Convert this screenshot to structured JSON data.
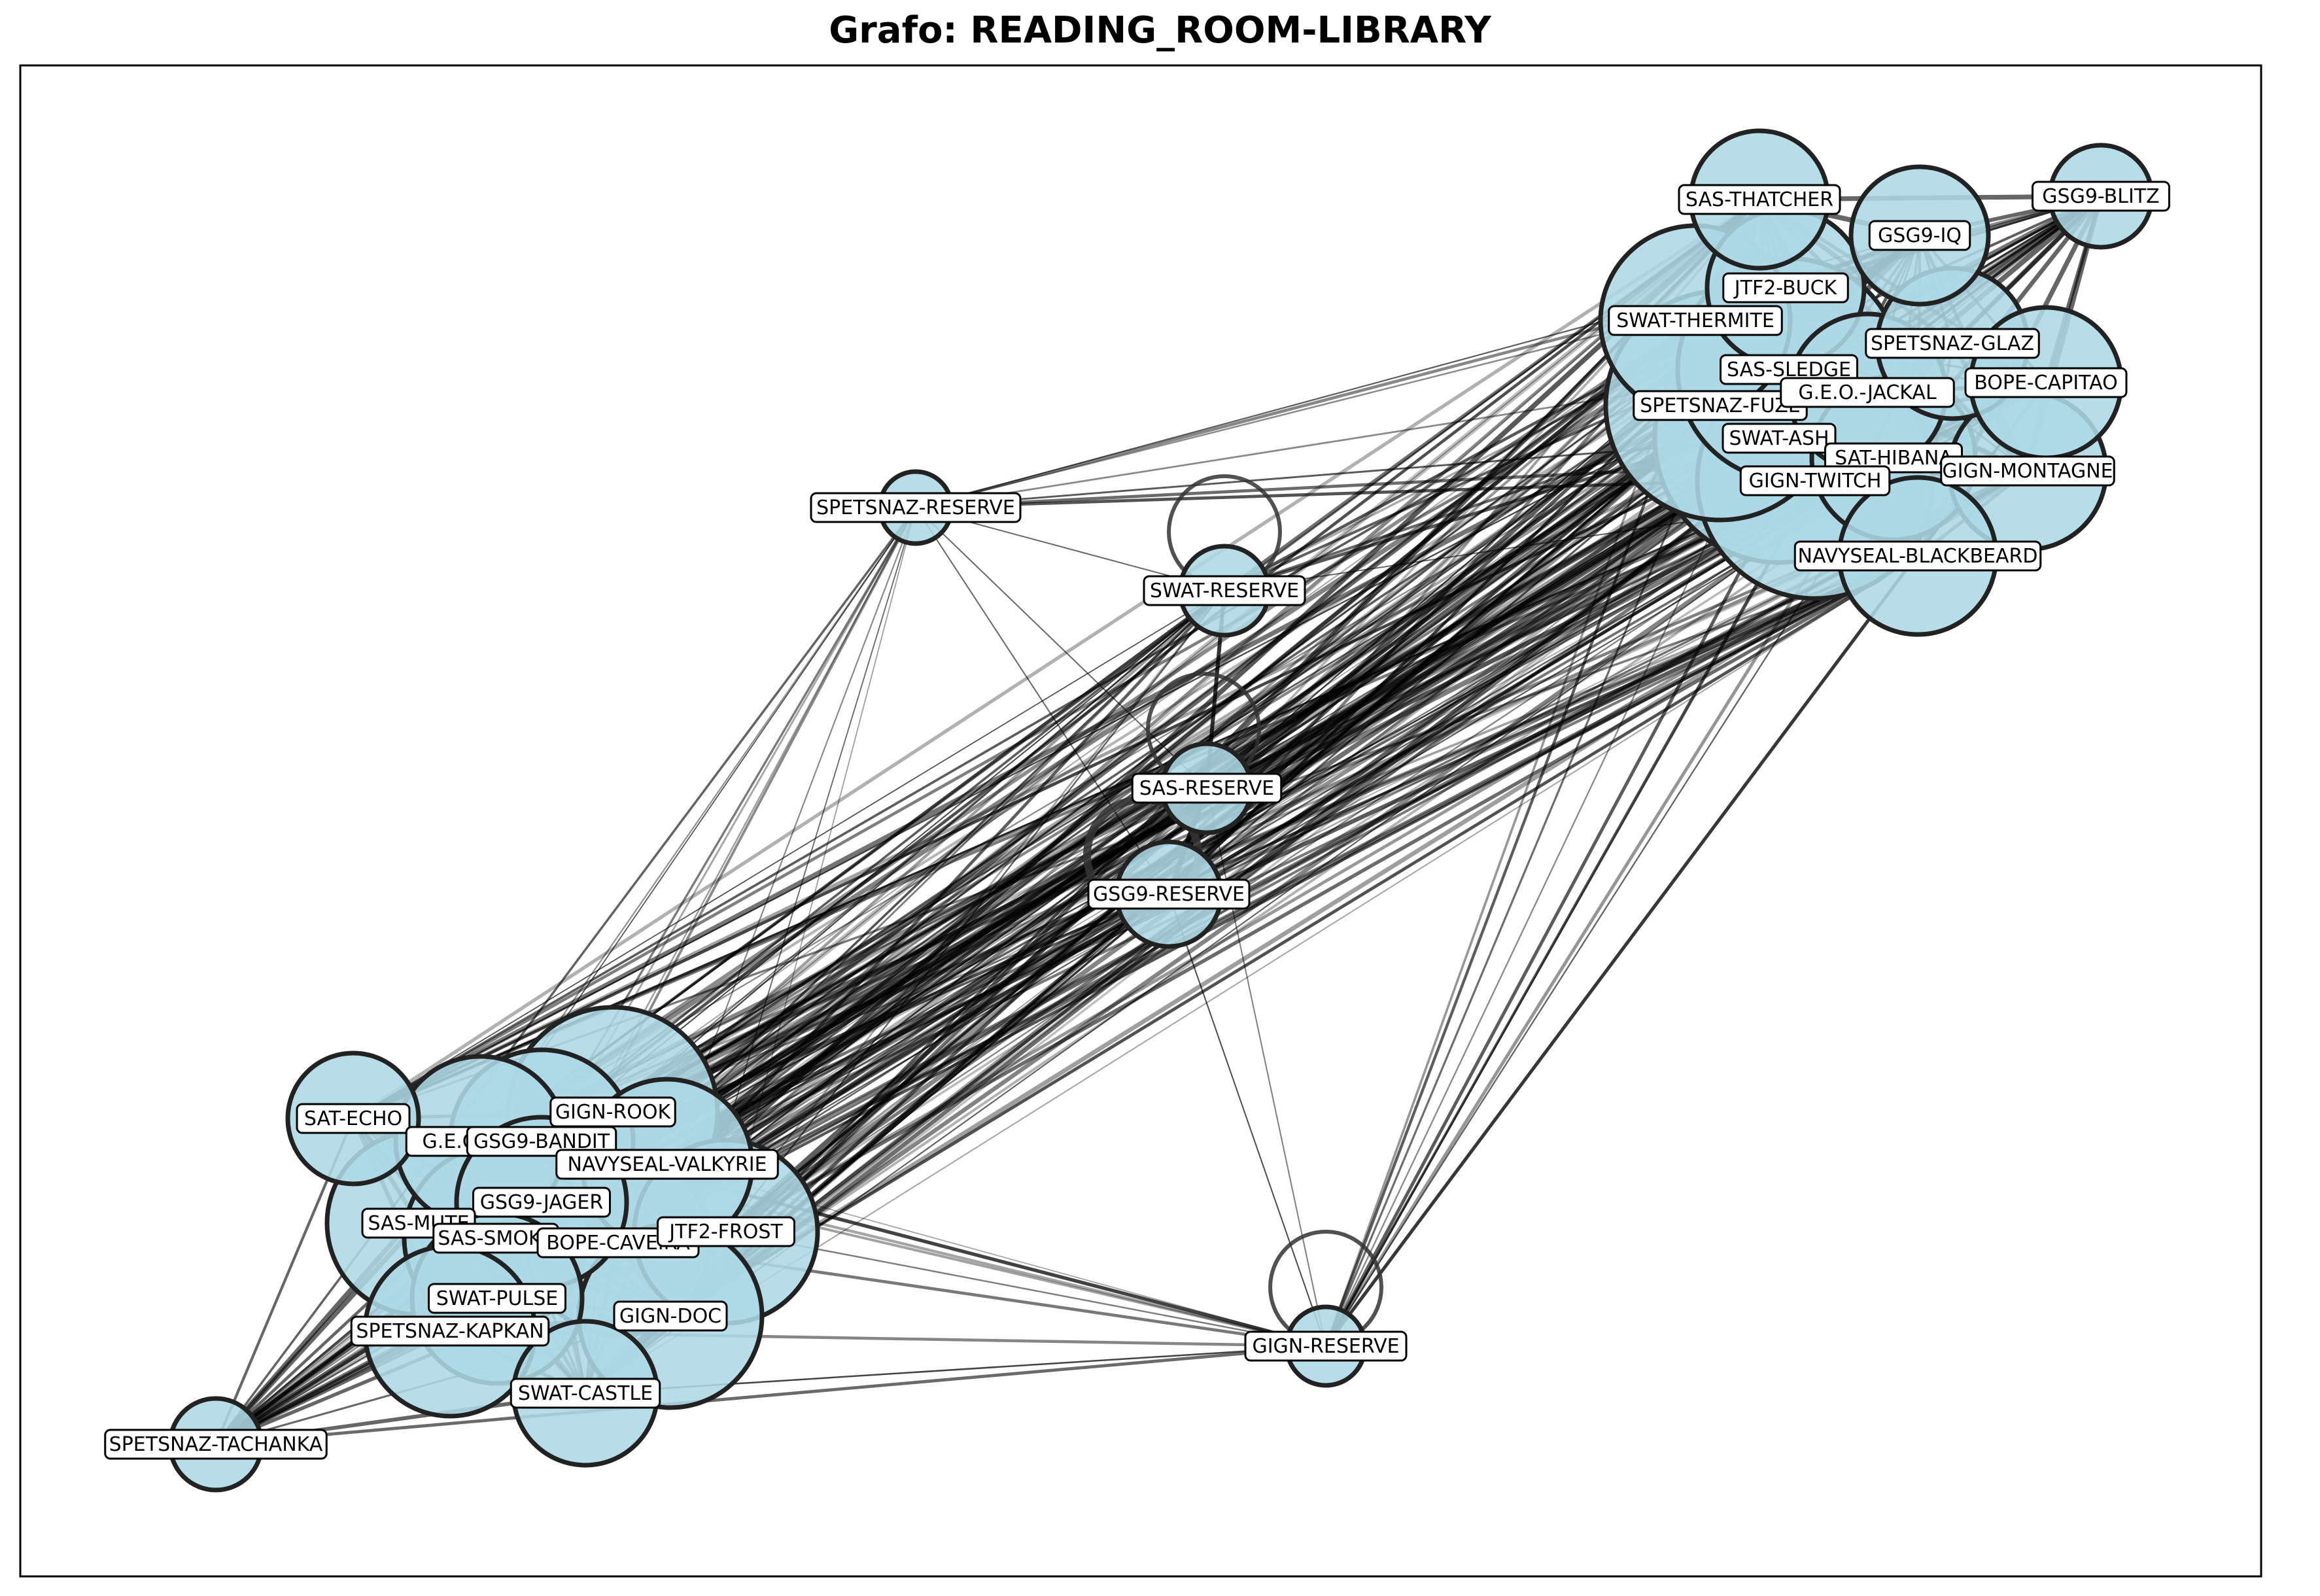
{
  "title": "Grafo: READING_ROOM-LIBRARY",
  "colors": {
    "node_fill": "#add8e6",
    "node_stroke": "#222222",
    "edge": "#000000",
    "label_bg": "#ffffff"
  },
  "nodes": [
    {
      "id": "SAS-THATCHER",
      "label": "SAS-THATCHER"
    },
    {
      "id": "GSG9-IQ",
      "label": "GSG9-IQ"
    },
    {
      "id": "GSG9-BLITZ",
      "label": "GSG9-BLITZ"
    },
    {
      "id": "JTF2-BUCK",
      "label": "JTF2-BUCK"
    },
    {
      "id": "SWAT-THERMITE",
      "label": "SWAT-THERMITE"
    },
    {
      "id": "SPETSNAZ-GLAZ",
      "label": "SPETSNAZ-GLAZ"
    },
    {
      "id": "SAS-SLEDGE",
      "label": "SAS-SLEDGE"
    },
    {
      "id": "BOPE-CAPITAO",
      "label": "BOPE-CAPITAO"
    },
    {
      "id": "SPETSNAZ-FUZE",
      "label": "SPETSNAZ-FUZE"
    },
    {
      "id": "G.E.O.-JACKAL",
      "label": "G.E.O.-JACKAL"
    },
    {
      "id": "SWAT-ASH",
      "label": "SWAT-ASH"
    },
    {
      "id": "SAT-HIBANA",
      "label": "SAT-HIBANA"
    },
    {
      "id": "GIGN-MONTAGNE",
      "label": "GIGN-MONTAGNE"
    },
    {
      "id": "GIGN-TWITCH",
      "label": "GIGN-TWITCH"
    },
    {
      "id": "NAVYSEAL-BLACKBEARD",
      "label": "NAVYSEAL-BLACKBEARD"
    },
    {
      "id": "SPETSNAZ-RESERVE",
      "label": "SPETSNAZ-RESERVE"
    },
    {
      "id": "SWAT-RESERVE",
      "label": "SWAT-RESERVE"
    },
    {
      "id": "SAS-RESERVE",
      "label": "SAS-RESERVE"
    },
    {
      "id": "GSG9-RESERVE",
      "label": "GSG9-RESERVE"
    },
    {
      "id": "GIGN-RESERVE",
      "label": "GIGN-RESERVE"
    },
    {
      "id": "SAT-ECHO",
      "label": "SAT-ECHO"
    },
    {
      "id": "G.E.O.-MIRA",
      "label": "G.E.O.-MIRA"
    },
    {
      "id": "GIGN-ROOK",
      "label": "GIGN-ROOK"
    },
    {
      "id": "GSG9-BANDIT",
      "label": "GSG9-BANDIT"
    },
    {
      "id": "NAVYSEAL-VALKYRIE",
      "label": "NAVYSEAL-VALKYRIE"
    },
    {
      "id": "GSG9-JAGER",
      "label": "GSG9-JAGER"
    },
    {
      "id": "SAS-MUTE",
      "label": "SAS-MUTE"
    },
    {
      "id": "SAS-SMOKE",
      "label": "SAS-SMOKE"
    },
    {
      "id": "BOPE-CAVEIRA",
      "label": "BOPE-CAVEIRA"
    },
    {
      "id": "JTF2-FROST",
      "label": "JTF2-FROST"
    },
    {
      "id": "SWAT-PULSE",
      "label": "SWAT-PULSE"
    },
    {
      "id": "GIGN-DOC",
      "label": "GIGN-DOC"
    },
    {
      "id": "SPETSNAZ-KAPKAN",
      "label": "SPETSNAZ-KAPKAN"
    },
    {
      "id": "SWAT-CASTLE",
      "label": "SWAT-CASTLE"
    },
    {
      "id": "SPETSNAZ-TACHANKA",
      "label": "SPETSNAZ-TACHANKA"
    }
  ],
  "self_loops": [
    "SWAT-RESERVE",
    "SAS-RESERVE",
    "GIGN-RESERVE",
    "GSG9-RESERVE"
  ]
}
